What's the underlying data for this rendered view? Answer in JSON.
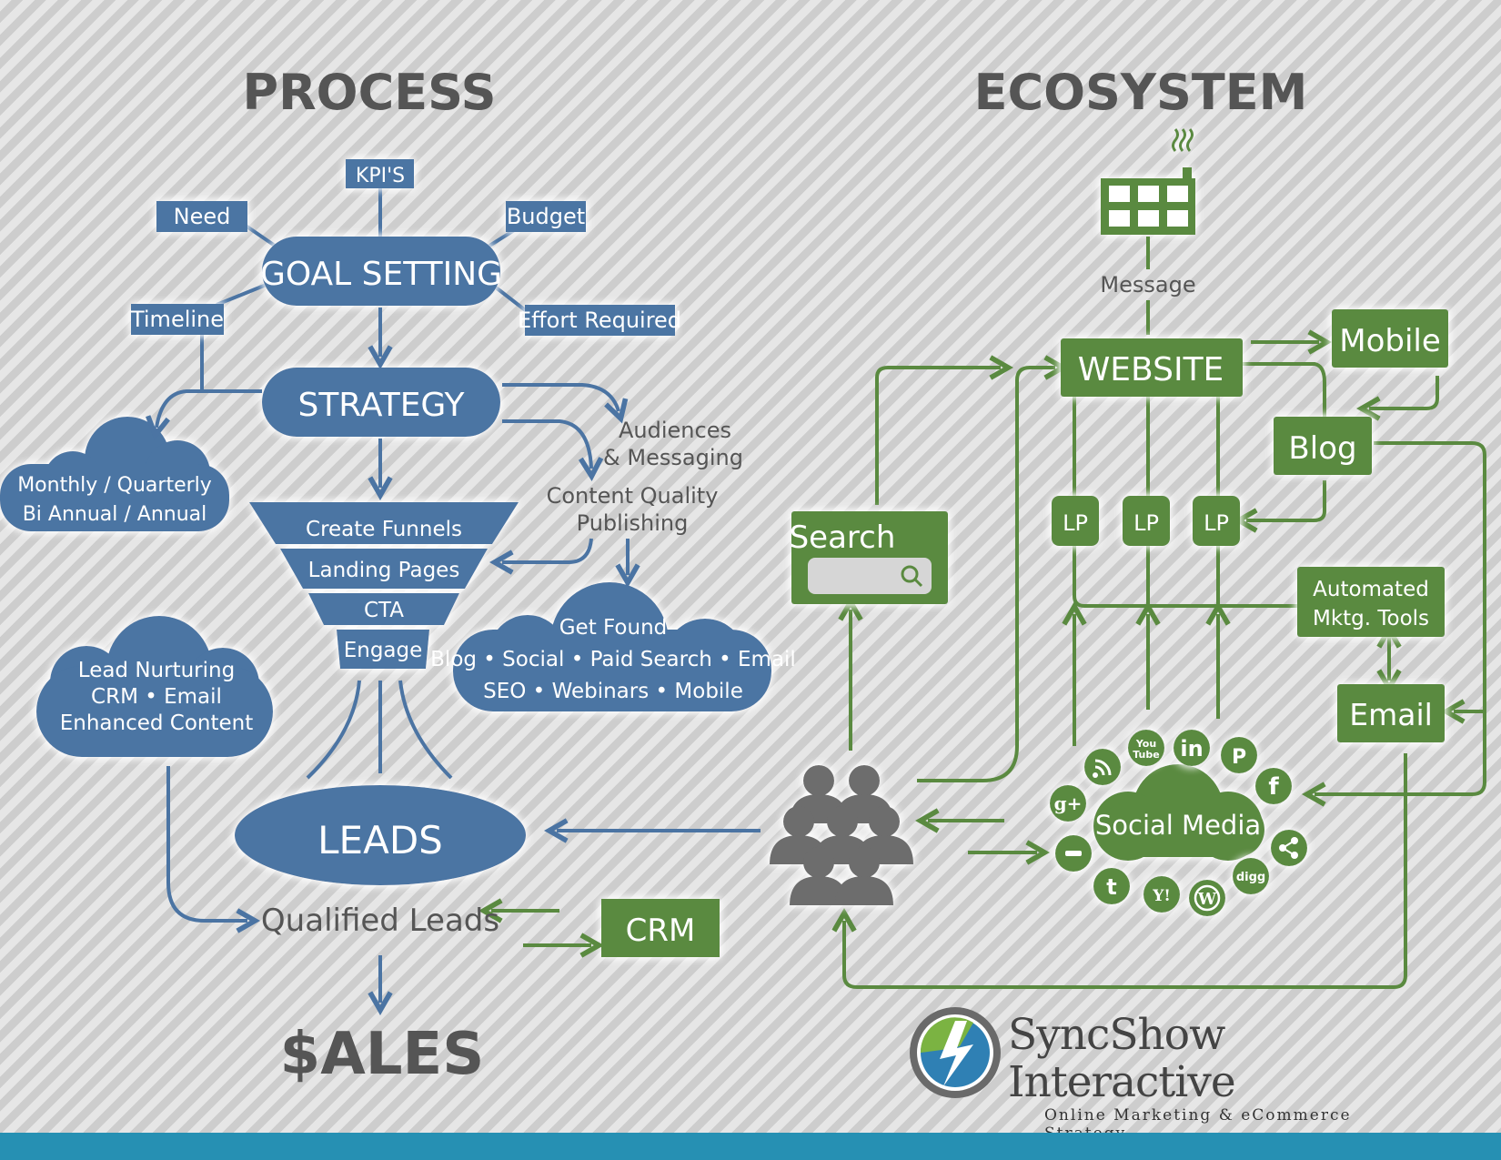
{
  "process": {
    "title": "PROCESS",
    "goal_setting": "GOAL SETTING",
    "kpis": "KPI'S",
    "need": "Need",
    "budget": "Budget",
    "timeline": "Timeline",
    "effort_required": "Effort Required",
    "strategy": "STRATEGY",
    "audiences_line1": "Audiences",
    "audiences_line2": "& Messaging",
    "content_line1": "Content Quality",
    "content_line2": "Publishing",
    "frequency_line1": "Monthly / Quarterly",
    "frequency_line2": "Bi Annual / Annual",
    "funnel": [
      "Create Funnels",
      "Landing Pages",
      "CTA",
      "Engage"
    ],
    "get_found_line1": "Get Found",
    "get_found_line2": "Blog • Social • Paid Search • Email",
    "get_found_line3": "SEO • Webinars • Mobile",
    "nurturing_line1": "Lead Nurturing",
    "nurturing_line2": "CRM • Email",
    "nurturing_line3": "Enhanced Content",
    "leads": "LEADS",
    "qualified_leads": "Qualified Leads",
    "crm": "CRM",
    "sales": "$ALES"
  },
  "ecosystem": {
    "title": "ECOSYSTEM",
    "message": "Message",
    "website": "WEBSITE",
    "mobile": "Mobile",
    "blog": "Blog",
    "lp": [
      "LP",
      "LP",
      "LP"
    ],
    "search": "Search",
    "automated_line1": "Automated",
    "automated_line2": "Mktg. Tools",
    "email": "Email",
    "social_media": "Social Media",
    "social_icons": [
      "rss-icon",
      "youtube-icon",
      "linkedin-icon",
      "posterous-icon",
      "facebook-icon",
      "share-icon",
      "digg-icon",
      "wordpress-icon",
      "yahoo-icon",
      "twitter-icon",
      "blogger-icon",
      "google-plus-icon"
    ],
    "social_icon_labels": {
      "youtube_top": "You",
      "youtube_bottom": "Tube",
      "linkedin": "in",
      "posterous": "P",
      "facebook": "f",
      "digg": "digg",
      "yahoo": "Y!",
      "twitter": "t",
      "google_plus": "g+"
    }
  },
  "brand": {
    "name": "SyncShow Interactive",
    "tagline": "Online Marketing & eCommerce Strategy"
  },
  "colors": {
    "process_blue": "#4b74a3",
    "ecosystem_green": "#5a8a40",
    "text_gray": "#555555",
    "bottom_bar": "#2690b3"
  }
}
